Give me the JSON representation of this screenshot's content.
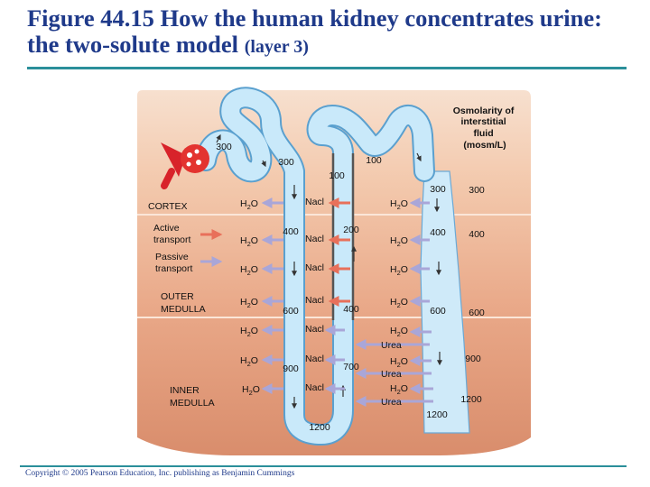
{
  "title": {
    "main": "Figure 44.15 How the human kidney concentrates urine: the two-solute model",
    "layer": "(layer 3)"
  },
  "copyright": "Copyright © 2005 Pearson Education, Inc. publishing as Benjamin Cummings",
  "legend": {
    "osmolarity_heading": [
      "Osmolarity of",
      "interstitial",
      "fluid",
      "(mosm/L)"
    ],
    "active_transport": [
      "Active",
      "transport"
    ],
    "passive_transport": [
      "Passive",
      "transport"
    ],
    "active_color": "#e8705a",
    "passive_color": "#a9a6d8"
  },
  "regions": {
    "cortex": "CORTEX",
    "outer_medulla": [
      "OUTER",
      "MEDULLA"
    ],
    "inner_medulla": [
      "INNER",
      "MEDULLA"
    ]
  },
  "substances": {
    "h2o_main": "H",
    "h2o_sub": "2",
    "h2o_tail": "O",
    "nacl": "Nacl",
    "urea": "Urea"
  },
  "interstitial_osmolarity": [
    "300",
    "400",
    "600",
    "900",
    "1200"
  ],
  "tubule_values": {
    "glomerulus_out": "300",
    "descending_top": "300",
    "descending": [
      "400",
      "600",
      "900"
    ],
    "loop_bottom": "1200",
    "ascending_top": "100",
    "ascending": [
      "200",
      "400",
      "700"
    ],
    "distal": "100",
    "collecting": [
      "300",
      "400",
      "600",
      "1200"
    ]
  }
}
